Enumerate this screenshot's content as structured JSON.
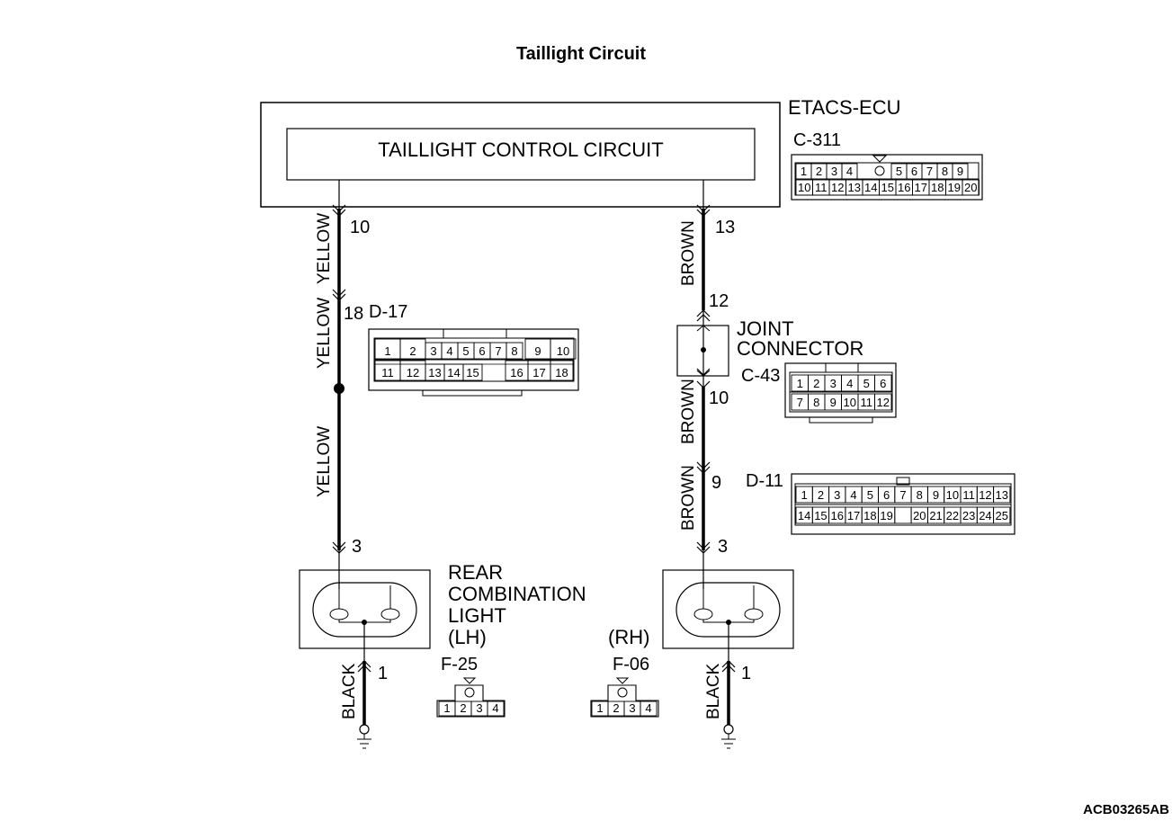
{
  "title": "Taillight Circuit",
  "ecu": {
    "name": "ETACS-ECU",
    "block_label": "TAILLIGHT CONTROL CIRCUIT",
    "connector": "C-311",
    "pins_row1": [
      "1",
      "2",
      "3",
      "4",
      "5",
      "6",
      "7",
      "8",
      "9"
    ],
    "pins_row2": [
      "10",
      "11",
      "12",
      "13",
      "14",
      "15",
      "16",
      "17",
      "18",
      "19",
      "20"
    ]
  },
  "left_circuit": {
    "pin_ecu": "10",
    "wire1": "YELLOW",
    "pin_d17": "18",
    "connector_d17": "D-17",
    "wire2": "YELLOW",
    "wire3": "YELLOW",
    "pin_lamp": "3",
    "ground_wire": "BLACK",
    "pin_ground": "1"
  },
  "d17_pins": {
    "row1": [
      "1",
      "2",
      "3",
      "4",
      "5",
      "6",
      "7",
      "8",
      "9",
      "10"
    ],
    "row2": [
      "11",
      "12",
      "13",
      "14",
      "15",
      "16",
      "17",
      "18"
    ]
  },
  "right_circuit": {
    "pin_ecu": "13",
    "wire1": "BROWN",
    "pin_joint_in": "12",
    "joint_label_line1": "JOINT",
    "joint_label_line2": "CONNECTOR",
    "connector_c43": "C-43",
    "pin_joint_out": "10",
    "wire2": "BROWN",
    "pin_d11": "9",
    "connector_d11": "D-11",
    "wire3": "BROWN",
    "pin_lamp": "3",
    "ground_wire": "BLACK",
    "pin_ground": "1"
  },
  "c43_pins": {
    "row1": [
      "1",
      "2",
      "3",
      "4",
      "5",
      "6"
    ],
    "row2": [
      "7",
      "8",
      "9",
      "10",
      "11",
      "12"
    ]
  },
  "d11_pins": {
    "row1": [
      "1",
      "2",
      "3",
      "4",
      "5",
      "6",
      "7",
      "8",
      "9",
      "10",
      "11",
      "12",
      "13"
    ],
    "row2": [
      "14",
      "15",
      "16",
      "17",
      "18",
      "19",
      "20",
      "21",
      "22",
      "23",
      "24",
      "25"
    ]
  },
  "lamp_label": {
    "line1": "REAR",
    "line2": "COMBINATION",
    "line3": "LIGHT",
    "lh": "(LH)",
    "rh": "(RH)"
  },
  "f25": {
    "name": "F-25",
    "pins": [
      "1",
      "2",
      "3",
      "4"
    ]
  },
  "f06": {
    "name": "F-06",
    "pins": [
      "1",
      "2",
      "3",
      "4"
    ]
  },
  "figure_code": "ACB03265AB"
}
